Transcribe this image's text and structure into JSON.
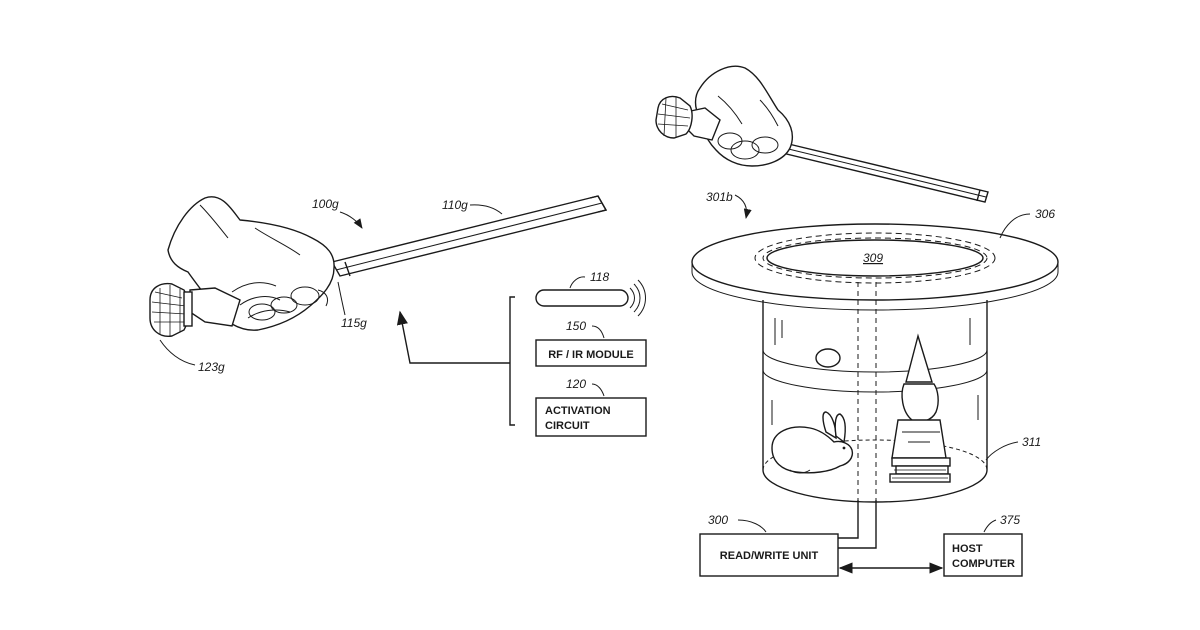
{
  "refs": {
    "wand_assembly": "100g",
    "wand_shaft": "110g",
    "wand_grip": "115g",
    "wand_gem": "123g",
    "pill_element": "118",
    "rf_module": "150",
    "activation_circuit": "120",
    "hat_assembly": "301b",
    "hat_brim": "306",
    "hat_top": "309",
    "hat_base_area": "311",
    "read_write_unit": "300",
    "host_computer": "375"
  },
  "boxes": {
    "rf_module": "RF / IR MODULE",
    "activation_line1": "ACTIVATION",
    "activation_line2": "CIRCUIT",
    "read_write": "READ/WRITE UNIT",
    "host_line1": "HOST",
    "host_line2": "COMPUTER"
  },
  "colors": {
    "ink": "#1a1a1a",
    "paper": "#ffffff"
  }
}
